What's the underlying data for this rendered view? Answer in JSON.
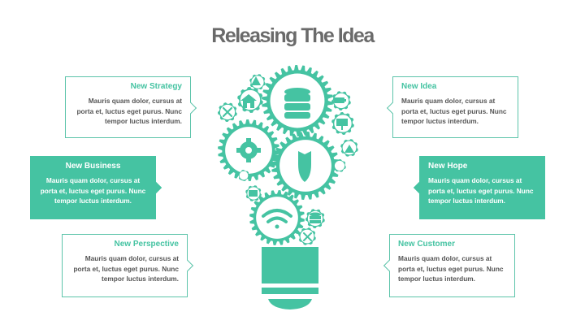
{
  "title": "Releasing The Idea",
  "boxes": [
    {
      "heading": "New Strategy",
      "text": "Mauris quam dolor, cursus at porta et, luctus eget purus. Nunc tempor luctus interdum."
    },
    {
      "heading": "New Business",
      "text": "Mauris quam dolor, cursus at porta et, luctus eget purus. Nunc tempor luctus interdum."
    },
    {
      "heading": "New Perspective",
      "text": "Mauris quam dolor, cursus at porta et, luctus eget purus. Nunc tempor luctus interdum."
    },
    {
      "heading": "New Idea",
      "text": "Mauris quam dolor, cursus at porta et, luctus eget purus. Nunc tempor luctus interdum."
    },
    {
      "heading": "New Hope",
      "text": "Mauris quam dolor, cursus at porta et, luctus eget purus. Nunc tempor luctus interdum."
    },
    {
      "heading": "New Customer",
      "text": "Mauris quam dolor, cursus at porta et, luctus eget purus. Nunc tempor luctus interdum."
    }
  ],
  "icons": [
    "database-icon",
    "gear-icon",
    "shield-icon",
    "wifi-icon",
    "home-icon",
    "tools-icon",
    "presentation-icon",
    "warning-icon",
    "envelope-icon",
    "battery-icon"
  ],
  "colors": {
    "accent": "#45c3a2",
    "title": "#6a6a6a"
  }
}
